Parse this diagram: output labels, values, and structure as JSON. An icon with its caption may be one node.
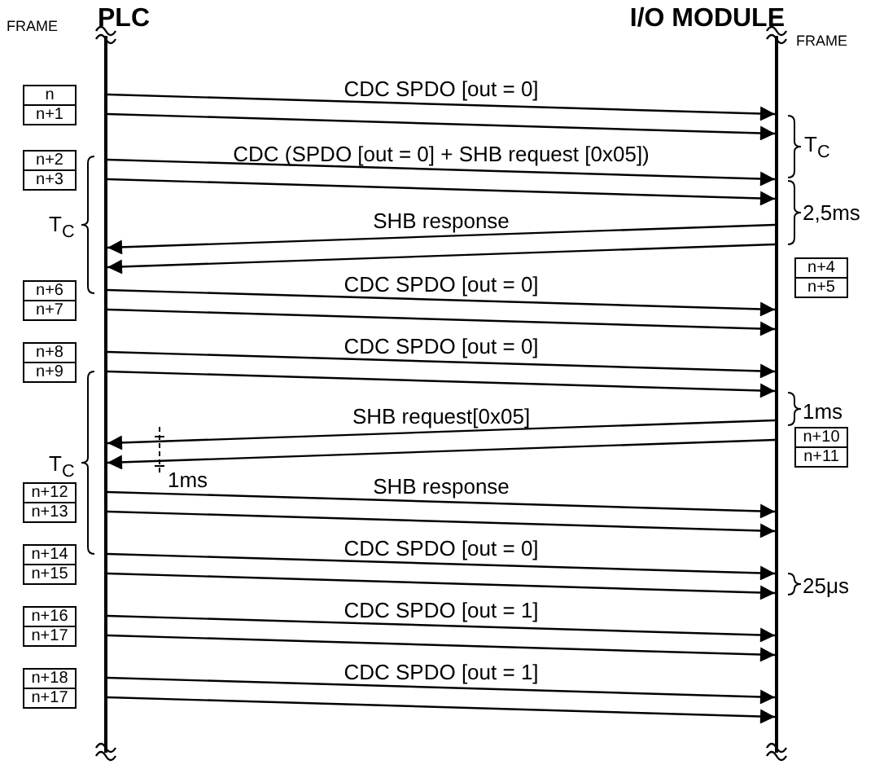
{
  "diagram": {
    "nodes": [
      {
        "text": [
          "PLC"
        ]
      },
      {
        "text": [
          "I/O MODULE"
        ]
      }
    ],
    "edges": [
      {
        "from": 0,
        "to": 1,
        "arrow": "to",
        "label": "CDC SPDO [out = 0]"
      },
      {
        "from": 0,
        "to": 1,
        "arrow": "to"
      },
      {
        "from": 0,
        "to": 1,
        "arrow": "to",
        "label": "CDC (SPDO [out = 0] + SHB request [0x05])"
      },
      {
        "from": 0,
        "to": 1,
        "arrow": "to"
      },
      {
        "from": 1,
        "to": 0,
        "arrow": "to",
        "label": "SHB response"
      },
      {
        "from": 1,
        "to": 0,
        "arrow": "to"
      },
      {
        "from": 0,
        "to": 1,
        "arrow": "to",
        "label": "CDC SPDO [out = 0]"
      },
      {
        "from": 0,
        "to": 1,
        "arrow": "to"
      },
      {
        "from": 0,
        "to": 1,
        "arrow": "to",
        "label": "CDC SPDO [out = 0]"
      },
      {
        "from": 0,
        "to": 1,
        "arrow": "to"
      },
      {
        "from": 1,
        "to": 0,
        "arrow": "to",
        "label": "SHB request[0x05]"
      },
      {
        "from": 1,
        "to": 0,
        "arrow": "to"
      },
      {
        "from": 0,
        "to": 1,
        "arrow": "to",
        "label": "SHB response"
      },
      {
        "from": 0,
        "to": 1,
        "arrow": "to"
      },
      {
        "from": 0,
        "to": 1,
        "arrow": "to",
        "label": "CDC SPDO [out = 0]"
      },
      {
        "from": 0,
        "to": 1,
        "arrow": "to"
      },
      {
        "from": 0,
        "to": 1,
        "arrow": "to",
        "label": "CDC SPDO [out = 1]"
      },
      {
        "from": 0,
        "to": 1,
        "arrow": "to"
      },
      {
        "from": 0,
        "to": 1,
        "arrow": "to",
        "label": "CDC SPDO [out = 1]"
      },
      {
        "from": 0,
        "to": 1,
        "arrow": "to"
      }
    ],
    "labels": [
      "FRAME",
      "FRAME",
      "n",
      "n+1",
      "T$_{C}$",
      "n+2",
      "n+3",
      "2,5ms",
      "T$_{C}$",
      "n+4",
      "n+5",
      "n+6",
      "n+7",
      "n+8",
      "n+9",
      "1ms",
      "n+10",
      "n+11",
      "T$_{C}$",
      "1ms",
      "n+12",
      "n+13",
      "n+14",
      "n+15",
      "25μs",
      "n+16",
      "n+17",
      "n+18",
      "n+17"
    ]
  }
}
